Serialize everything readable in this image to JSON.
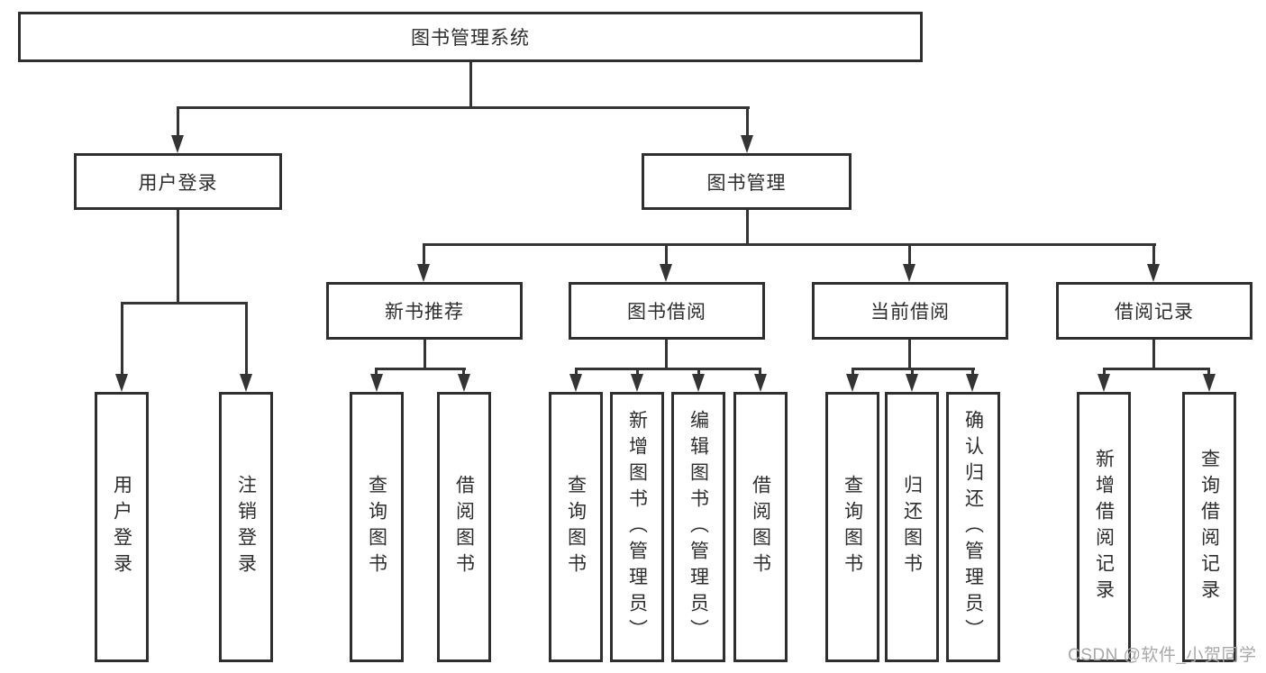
{
  "diagram": {
    "root": "图书管理系统",
    "level2": [
      {
        "label": "用户登录",
        "children": [
          "用户登录",
          "注销登录"
        ]
      },
      {
        "label": "图书管理"
      }
    ],
    "level3": [
      {
        "label": "新书推荐",
        "children": [
          "查询图书",
          "借阅图书"
        ]
      },
      {
        "label": "图书借阅",
        "children": [
          "查询图书",
          "新增图书（管理员）",
          "编辑图书（管理员）",
          "借阅图书"
        ]
      },
      {
        "label": "当前借阅",
        "children": [
          "查询图书",
          "归还图书",
          "确认归还（管理员）"
        ]
      },
      {
        "label": "借阅记录",
        "children": [
          "新增借阅记录",
          "查询借阅记录"
        ]
      }
    ]
  },
  "watermark": {
    "text": "CSDN @软件_小贺同学"
  },
  "colors": {
    "line": "#343434",
    "box_border": "#2f2f2f",
    "text": "#2d2d2d",
    "watermark": "#a8a8a8",
    "background": "#ffffff"
  }
}
